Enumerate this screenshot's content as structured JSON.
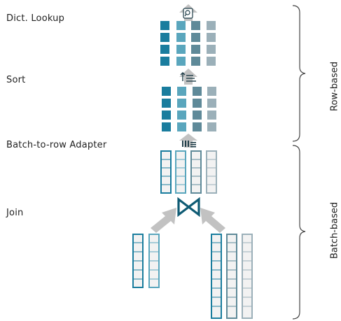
{
  "stages": [
    {
      "label": "Dict. Lookup"
    },
    {
      "label": "Sort"
    },
    {
      "label": "Batch-to-row Adapter"
    },
    {
      "label": "Join"
    }
  ],
  "groups": {
    "row_based": "Row-based",
    "batch_based": "Batch-based"
  },
  "icons": {
    "lookup": "search-document-icon",
    "sort": "sort-ascending-icon",
    "adapter": "adapter-icon",
    "join": "bowtie-join-icon"
  },
  "colors": {
    "col1": "#1a7d9e",
    "col2": "#5aa6bd",
    "col3": "#5f8a99",
    "col4": "#9bb0b9",
    "join_symbol": "#0f5b74",
    "arrow": "#c2c2c2",
    "text": "#1f1f1f",
    "brace": "#444444"
  }
}
